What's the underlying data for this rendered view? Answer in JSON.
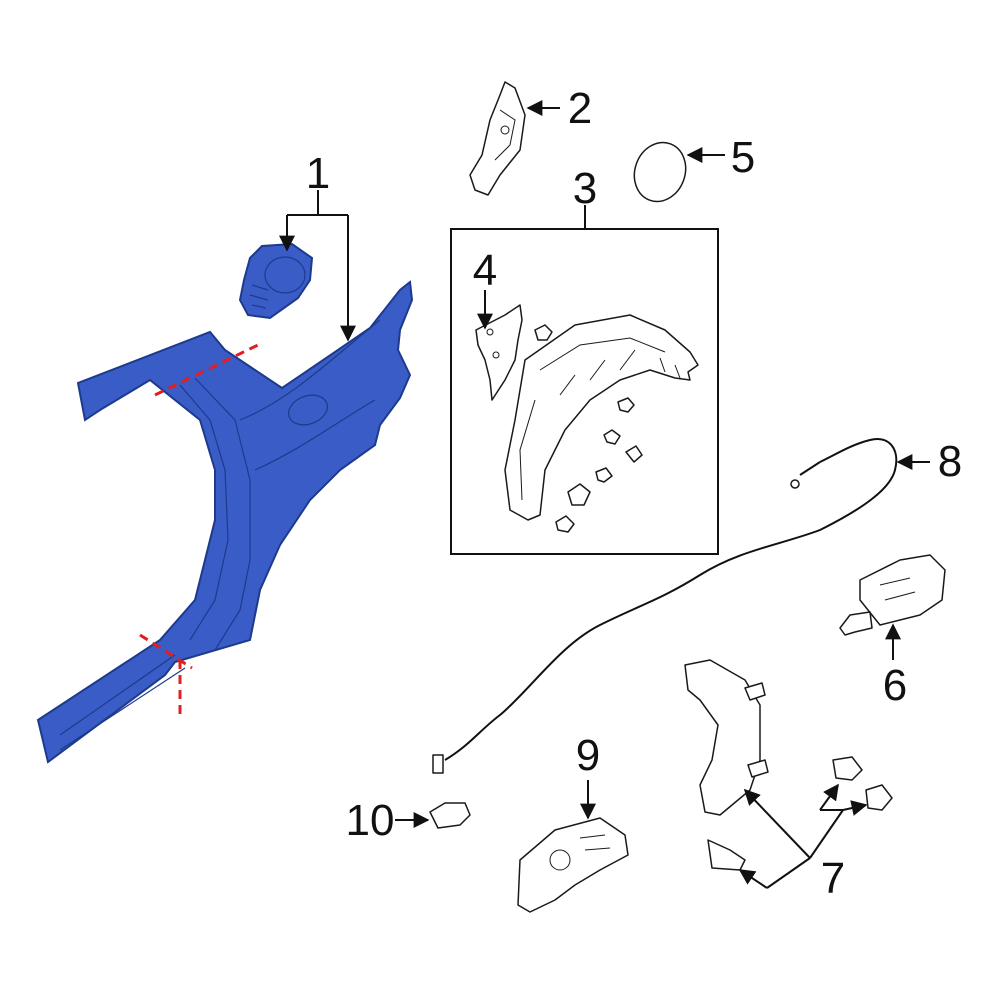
{
  "colors": {
    "highlight": "#3a5cc6",
    "highlight_stroke": "#1d3a8c",
    "line": "#111111",
    "cut_line": "#e02020"
  },
  "callouts": {
    "c1": "1",
    "c2": "2",
    "c3": "3",
    "c4": "4",
    "c5": "5",
    "c6": "6",
    "c7": "7",
    "c8": "8",
    "c9": "9",
    "c10": "10"
  }
}
